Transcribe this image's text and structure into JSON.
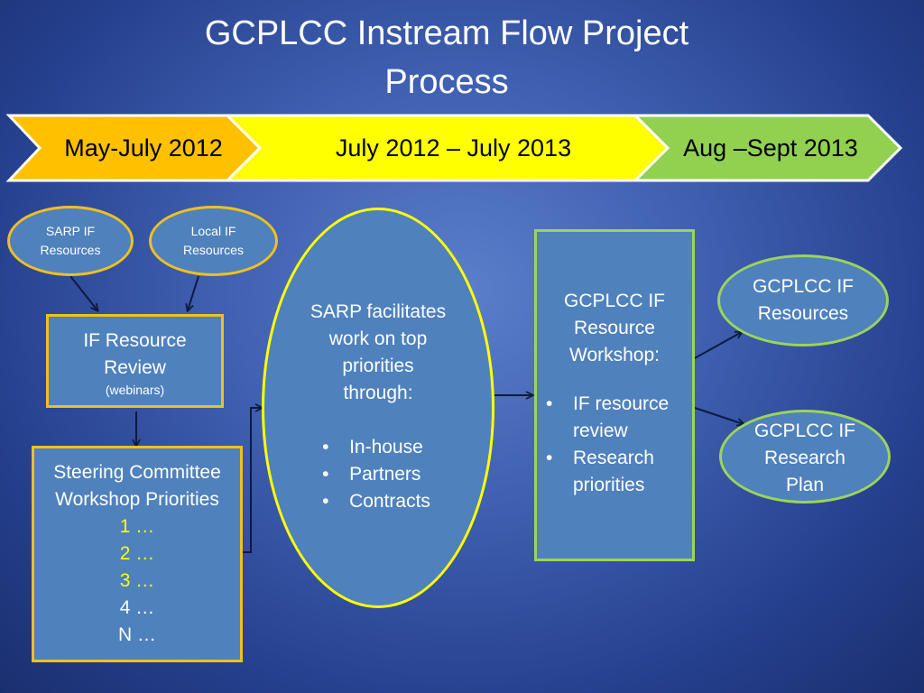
{
  "title": {
    "line1": "GCPLCC Instream Flow Project",
    "line2": "Process"
  },
  "timeline": [
    {
      "label": "May-July 2012",
      "color": "#ffc000"
    },
    {
      "label": "July 2012 – July 2013",
      "color": "#ffff00"
    },
    {
      "label": "Aug –Sept 2013",
      "color": "#92d050"
    }
  ],
  "sarp_if": {
    "line1": "SARP IF",
    "line2": "Resources"
  },
  "local_if": {
    "line1": "Local IF",
    "line2": "Resources"
  },
  "review": {
    "line1": "IF Resource",
    "line2": "Review",
    "note": "(webinars)"
  },
  "steering": {
    "line1": "Steering Committee",
    "line2": "Workshop Priorities",
    "priorities": [
      "1 …",
      "2 …",
      "3 …",
      "4 …",
      "N …"
    ]
  },
  "sarp_facilitates": {
    "lines": [
      "SARP facilitates",
      "work on top",
      "priorities",
      "through:"
    ],
    "bullets": [
      "In-house",
      "Partners",
      "Contracts"
    ]
  },
  "workshop": {
    "lines": [
      "GCPLCC IF",
      "Resource",
      "Workshop:"
    ],
    "bullets": [
      [
        "IF resource",
        "review"
      ],
      [
        "Research",
        "priorities"
      ]
    ]
  },
  "gcplcc_resources": {
    "line1": "GCPLCC IF",
    "line2": "Resources"
  },
  "gcplcc_plan": {
    "line1": "GCPLCC IF",
    "line2": "Research",
    "line3": "Plan"
  },
  "colors": {
    "oval_fill": "#4f81bd",
    "yellow_border": "#f0c020",
    "green_border": "#9bd45a",
    "priority_highlight": "#ffff00",
    "arrow": "#0d1a40"
  }
}
